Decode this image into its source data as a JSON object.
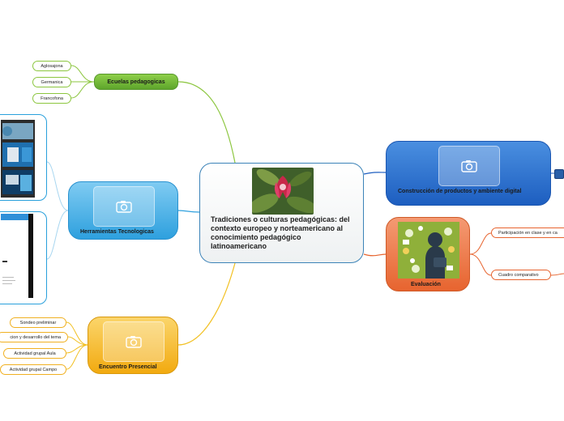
{
  "central": {
    "title": "Tradiciones o culturas pedagógicas: del contexto europeo y norteamericano al conocimiento pedagógico latinoamericano",
    "image": "flower-photo"
  },
  "branches": {
    "ecuelas": {
      "label": "Ecuelas pedagogicas",
      "color": "#7dbf3f",
      "children": [
        "Aglosajona",
        "Germanica",
        "Francofona"
      ]
    },
    "herramientas": {
      "label": "Herramientas Tecnologicas",
      "color": "#2ea0de",
      "icon": "camera-icon",
      "children": [
        "screenshot-image",
        "screenshot-image"
      ]
    },
    "encuentro": {
      "label": "Encuentro Presencial",
      "color": "#f2aa10",
      "icon": "camera-icon",
      "children": [
        "Sondeo preliminar",
        "cion y desarrollo del tema",
        "Actividad grupal Aula",
        "Actividad grupal Campo"
      ]
    },
    "construccion": {
      "label": "Construcción de productos y ambiente digital",
      "color": "#1d5ec0",
      "icon": "camera-icon"
    },
    "evaluacion": {
      "label": "Evaluación",
      "color": "#e7642f",
      "image": "evaluation-illustration",
      "children": [
        "Participación en clase y en ca",
        "Cuadro comparativo"
      ]
    }
  }
}
